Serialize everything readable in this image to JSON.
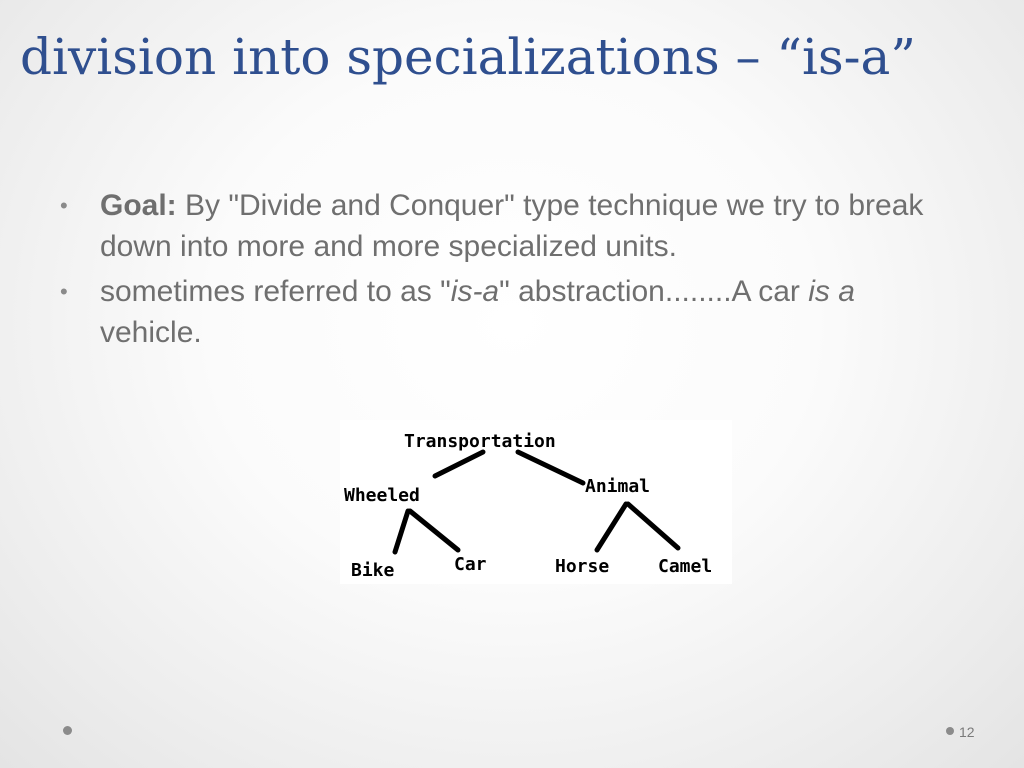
{
  "slide": {
    "title": "division into specializations – “is-a”",
    "page_number": "12",
    "bullets": [
      {
        "label": "Goal:",
        "text": " By \"Divide and Conquer\" type technique we try to break down into more and more specialized units."
      },
      {
        "text_before": "sometimes referred to as \"",
        "italic_term": "is-a",
        "text_middle": "\" abstraction........A car ",
        "italic_phrase": "is a",
        "text_after": " vehicle."
      }
    ],
    "diagram": {
      "nodes": {
        "transportation": "Transportation",
        "wheeled": "Wheeled",
        "animal": "Animal",
        "bike": "Bike",
        "car": "Car",
        "horse": "Horse",
        "camel": "Camel"
      }
    }
  }
}
